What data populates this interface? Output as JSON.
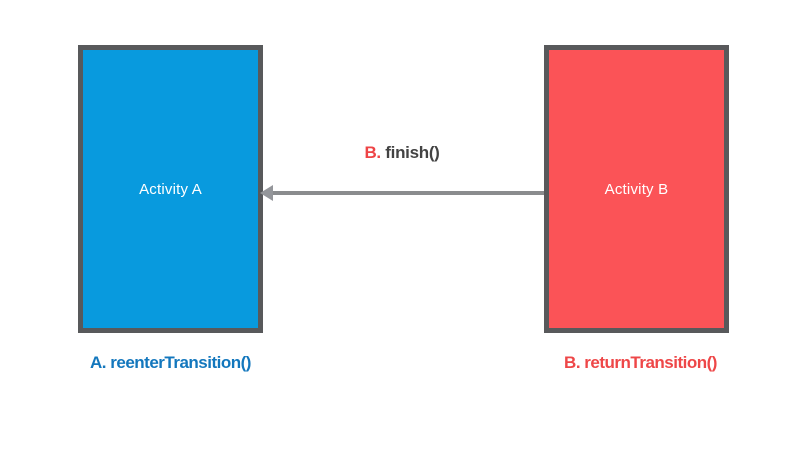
{
  "diagram": {
    "background_color": "#ffffff",
    "border_color": "#58595b",
    "activity_a": {
      "label": "Activity A",
      "fill_color": "#089ade",
      "label_color": "#ffffff",
      "caption": "A. reenterTransition()",
      "caption_color": "#1377bd"
    },
    "activity_b": {
      "label": "Activity B",
      "fill_color": "#fb5357",
      "label_color": "#ffffff",
      "caption": "B. returnTransition()",
      "caption_color": "#ee4748"
    },
    "connector": {
      "label_prefix": "B.",
      "label_rest": " finish()",
      "prefix_color": "#ee4446",
      "rest_color": "#434343",
      "line_color": "#8a8c8e",
      "arrow_direction": "left-toward-activity-a"
    }
  }
}
